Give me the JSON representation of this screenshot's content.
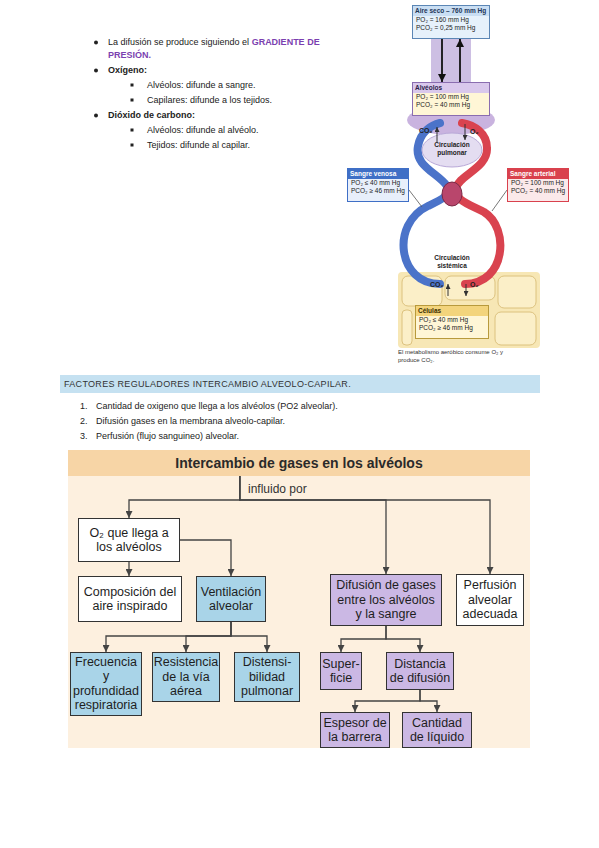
{
  "diagram": {
    "nodes": [
      {
        "text": [
          "Aire seco – 760 mm Hg",
          "PO₂ = 160 mm Hg",
          "PCO₂ = 0,25 mm Hg"
        ]
      },
      {
        "text": [
          "Alvéolos",
          "PO₂ = 100 mm Hg",
          "PCO₂ = 40 mm Hg"
        ]
      },
      {
        "text": [
          "Sangre venosa",
          "PO₂ ≤ 40 mm Hg",
          "PCO₂ ≥ 46 mm Hg"
        ]
      },
      {
        "text": [
          "Sangre arterial",
          "PO₂ = 100 mm Hg",
          "PCO₂ = 40 mm Hg"
        ]
      },
      {
        "text": [
          "Células",
          "PO₂ ≤ 40 mm Hg",
          "PCO₂ ≥ 46 mm Hg"
        ]
      },
      {
        "text": [
          "FACTORES REGULADORES INTERCAMBIO ALVEOLO-CAPILAR."
        ]
      },
      {
        "text": [
          "Intercambio de gases en los alvéolos"
        ]
      },
      {
        "text": [
          "O₂ que llega a los alvéolos"
        ]
      },
      {
        "text": [
          "Composición del aire inspirado"
        ]
      },
      {
        "text": [
          "Ventilación alveolar"
        ]
      },
      {
        "text": [
          "Difusión de gases entre los alvéolos y la sangre"
        ]
      },
      {
        "text": [
          "Perfusión alveolar adecuada"
        ]
      },
      {
        "text": [
          "Frecuencia y profundidad respiratoria"
        ]
      },
      {
        "text": [
          "Resistencia de la vía aérea"
        ]
      },
      {
        "text": [
          "Distensi- bilidad pulmonar"
        ]
      },
      {
        "text": [
          "Super- ficie"
        ]
      },
      {
        "text": [
          "Distancia de difusión"
        ]
      },
      {
        "text": [
          "Espesor de la barrera"
        ]
      },
      {
        "text": [
          "Cantidad de líquido"
        ]
      }
    ],
    "edges": [
      {
        "from": 0,
        "to": 1,
        "arrow": "to"
      },
      {
        "from": 1,
        "to": 0,
        "arrow": "to"
      },
      {
        "from": 6,
        "to": 7,
        "arrow": "to"
      },
      {
        "from": 6,
        "to": 10,
        "arrow": "to"
      },
      {
        "from": 6,
        "to": 11,
        "arrow": "to"
      },
      {
        "from": 7,
        "to": 8,
        "arrow": "to"
      },
      {
        "from": 7,
        "to": 9,
        "arrow": "to"
      },
      {
        "from": 9,
        "to": 12,
        "arrow": "to"
      },
      {
        "from": 9,
        "to": 13,
        "arrow": "to"
      },
      {
        "from": 9,
        "to": 14,
        "arrow": "to"
      },
      {
        "from": 10,
        "to": 15,
        "arrow": "to"
      },
      {
        "from": 10,
        "to": 16,
        "arrow": "to"
      },
      {
        "from": 16,
        "to": 17,
        "arrow": "to"
      },
      {
        "from": 16,
        "to": 18,
        "arrow": "to"
      }
    ],
    "labels": [
      "La difusión se produce siguiendo el",
      "GRADIENTE DE PRESIÓN.",
      "Oxígeno:",
      "Alvéolos: difunde a sangre.",
      "Capilares: difunde a los tejidos.",
      "Dióxido de carbono:",
      "Alvéolos: difunde al alvéolo.",
      "Tejidos: difunde al capilar.",
      "CO₂",
      "O₂",
      "Circulación pulmonar",
      "Circulación sistémica",
      "CO₂",
      "O₂",
      "El metabolismo aeróbico consume O₂ y produce CO₂.",
      "1.",
      "Cantidad de oxigeno que llega a los alvéolos (PO2 alveolar).",
      "2.",
      "Difusión gases en la membrana alveolo-capilar.",
      "3.",
      "Perfusión (flujo sanguineo) alveolar.",
      "influido por"
    ]
  }
}
